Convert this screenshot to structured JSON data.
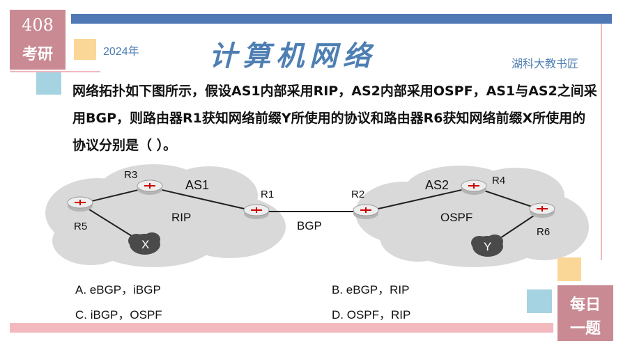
{
  "badge_top": {
    "number": "408",
    "label": "考研"
  },
  "year": "2024年",
  "title": "计算机网络",
  "author": "湖科大教书匠",
  "question": "网络拓扑如下图所示，假设AS1内部采用RIP，AS2内部采用OSPF，AS1与AS2之间采用BGP，则路由器R1获知网络前缀Y所使用的协议和路由器R6获知网络前缀X所使用的协议分别是（    ）。",
  "diagram": {
    "as1": "AS1",
    "as2": "AS2",
    "rip": "RIP",
    "ospf": "OSPF",
    "bgp": "BGP",
    "r1": "R1",
    "r2": "R2",
    "r3": "R3",
    "r4": "R4",
    "r5": "R5",
    "r6": "R6",
    "x": "X",
    "y": "Y"
  },
  "options": {
    "a": "A. eBGP，iBGP",
    "b": "B. eBGP，RIP",
    "c": "C. iBGP，OSPF",
    "d": "D. OSPF，RIP"
  },
  "badge_bottom": {
    "line1": "每日",
    "line2": "一题"
  },
  "colors": {
    "pink": "#c98a93",
    "blue": "#4e79b5",
    "light_pink": "#f4b9bf",
    "yellow": "#fbd797",
    "light_blue": "#a6d3e1",
    "cloud": "#d9d9d9"
  }
}
